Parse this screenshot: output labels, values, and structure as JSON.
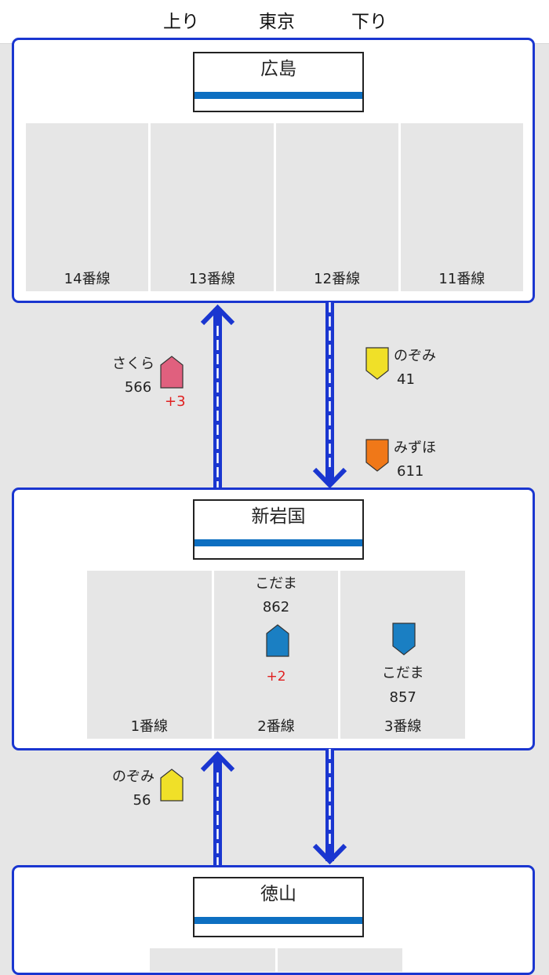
{
  "header": {
    "left": "上り",
    "center": "東京",
    "right": "下り"
  },
  "stations": [
    {
      "name": "広島",
      "tracks": [
        "14番線",
        "13番線",
        "12番線",
        "11番線"
      ]
    },
    {
      "name": "新岩国",
      "tracks": [
        "1番線",
        "2番線",
        "3番線"
      ],
      "trains": [
        {
          "name": "こだま",
          "number": "862",
          "delay": "+2",
          "direction": "up",
          "color": "#1a7fc3"
        },
        {
          "name": "こだま",
          "number": "857",
          "direction": "down",
          "color": "#1a7fc3"
        }
      ]
    },
    {
      "name": "徳山"
    }
  ],
  "segments": [
    {
      "up_trains": [
        {
          "name": "さくら",
          "number": "566",
          "delay": "+3",
          "color": "#e0607e"
        }
      ],
      "down_trains": [
        {
          "name": "のぞみ",
          "number": "41",
          "color": "#f0e028"
        },
        {
          "name": "みずほ",
          "number": "611",
          "color": "#f07818"
        }
      ]
    },
    {
      "up_trains": [
        {
          "name": "のぞみ",
          "number": "56",
          "color": "#f0e028"
        }
      ]
    }
  ],
  "colors": {
    "accent": "#1a36d0",
    "sign_bar": "#0d6fc1",
    "delay": "#e02020"
  },
  "icons": {
    "up_train": "pentagon-up-icon",
    "down_train": "pentagon-down-icon",
    "up_arrow": "arrow-up-icon",
    "down_arrow": "arrow-down-icon"
  }
}
